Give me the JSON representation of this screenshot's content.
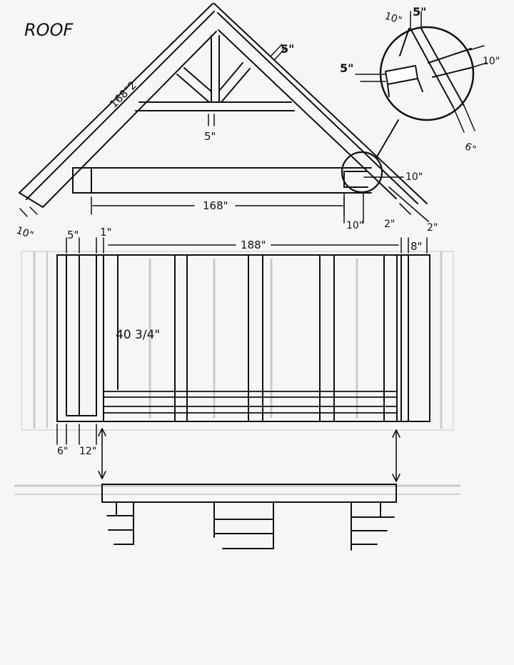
{
  "title": "ROOF",
  "truss": {
    "rafter_length": "168\"2",
    "rafter_thickness": "5\"",
    "web_thickness": "5\"",
    "eave_left": "10\"",
    "tie_beam_depth": "10\"",
    "span": "168\"",
    "bearing_width": "10\"",
    "overhang_a": "2\"",
    "overhang_b": "2\""
  },
  "detail": {
    "top_left": "10\"",
    "top_right": "5\"",
    "left": "5\"",
    "right": "10\"",
    "bottom": "6\""
  },
  "wall": {
    "post_width": "5\"",
    "gap": "1\"",
    "length": "188\"",
    "end_width": "8\"",
    "stud_spacing": "40 3/4\"",
    "bottom_left_a": "6\"",
    "bottom_left_b": "12\""
  }
}
